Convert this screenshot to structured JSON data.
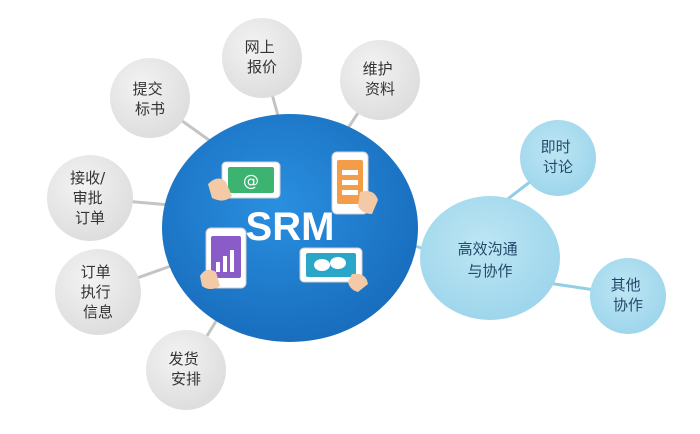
{
  "center": {
    "title": "SRM",
    "color": "#1f7fd1"
  },
  "left_nodes": [
    {
      "lines": [
        "提交",
        "标书"
      ]
    },
    {
      "lines": [
        "网上",
        "报价"
      ]
    },
    {
      "lines": [
        "维护",
        "资料"
      ]
    },
    {
      "lines": [
        "接收/",
        "审批",
        "订单"
      ]
    },
    {
      "lines": [
        "订单",
        "执行",
        "信息"
      ]
    },
    {
      "lines": [
        "发货",
        "安排"
      ]
    }
  ],
  "comm_hub": {
    "lines": [
      "高效沟通",
      "与协作"
    ],
    "color": "#a9dcee"
  },
  "comm_nodes": [
    {
      "lines": [
        "即时",
        "讨论"
      ]
    },
    {
      "lines": [
        "其他",
        "协作"
      ]
    }
  ],
  "colors": {
    "grey_node": "#e6e6e6",
    "grey_line": "#c4c4c4",
    "light_blue_node": "#a9dcee",
    "light_blue_line": "#8fd0e6"
  },
  "icons": [
    "email-phone-icon",
    "document-phone-icon",
    "chart-phone-icon",
    "chat-phone-icon"
  ]
}
